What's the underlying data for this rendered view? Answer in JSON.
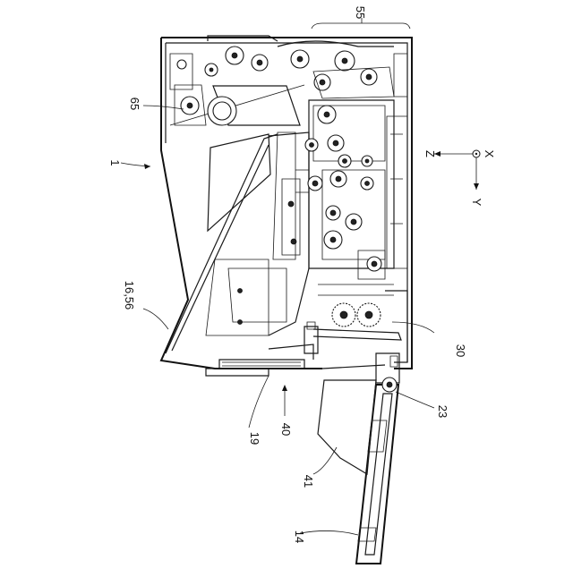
{
  "figure": {
    "reference_numerals": {
      "r55": "55",
      "r65": "65",
      "r1": "1",
      "r16": "16,56",
      "r19": "19",
      "r40": "40",
      "r41": "41",
      "r30": "30",
      "r23": "23",
      "r14": "14"
    },
    "axes": {
      "x": "X",
      "y": "Y",
      "z": "Z"
    }
  }
}
